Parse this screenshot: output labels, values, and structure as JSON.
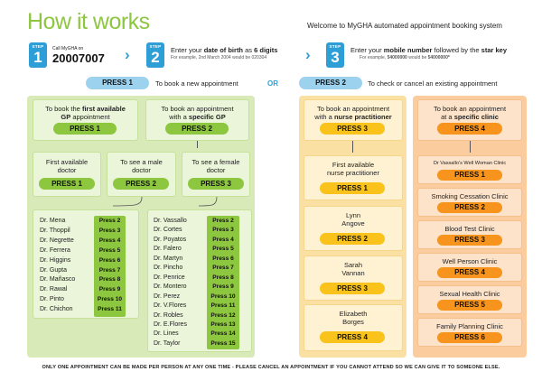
{
  "header": {
    "title": "How it works",
    "welcome": "Welcome to MyGHA automated appointment booking system"
  },
  "steps": {
    "step_label": "STEP",
    "s1": {
      "num": "1",
      "small": "Call MyGHA on",
      "phone": "20007007"
    },
    "s2": {
      "num": "2",
      "pre": "Enter your ",
      "bold": "date of birth",
      "mid": " as ",
      "bold2": "6 digits",
      "sub": "For example, 2nd March 2004 would be 020304"
    },
    "s3": {
      "num": "3",
      "pre": "Enter your ",
      "bold": "mobile number",
      "mid": " followed by the ",
      "bold2": "star key",
      "sub_pre": "For example, ",
      "sub_bold": "54000000",
      "sub_mid": " would be ",
      "sub_bold2": "54000000*"
    }
  },
  "options": {
    "press1": "PRESS 1",
    "press1_note": "To book a new appointment",
    "or": "OR",
    "press2": "PRESS 2",
    "press2_note": "To check or cancel an existing appointment"
  },
  "gp": {
    "first": {
      "pre": "To book the ",
      "bold": "first available",
      "line2_bold": "GP",
      "line2": " appointment",
      "press": "PRESS 1"
    },
    "specific": {
      "line1": "To book an appointment",
      "pre": "with a ",
      "bold": "specific GP",
      "press": "PRESS 2"
    },
    "first_doc": {
      "line1": "First available",
      "line2": "doctor",
      "press": "PRESS 1"
    },
    "male": {
      "line1": "To see a male",
      "line2": "doctor",
      "press": "PRESS 2"
    },
    "female": {
      "line1": "To see a female",
      "line2": "doctor",
      "press": "PRESS 3"
    },
    "male_doctors": [
      "Dr. Mena",
      "Dr. Thoppil",
      "Dr. Negrette",
      "Dr. Ferrera",
      "Dr. Higgins",
      "Dr. Gupta",
      "Dr. Mañasco",
      "Dr. Rawal",
      "Dr. Pinto",
      "Dr. Chichon"
    ],
    "male_press": [
      "Press 2",
      "Press 3",
      "Press 4",
      "Press 5",
      "Press 6",
      "Press 7",
      "Press 8",
      "Press 9",
      "Press 10",
      "Press 11"
    ],
    "female_doctors": [
      "Dr. Vassallo",
      "Dr. Cortes",
      "Dr. Poyatos",
      "Dr. Falero",
      "Dr. Martyn",
      "Dr. Pincho",
      "Dr. Penrice",
      "Dr. Montero",
      "Dr. Perez",
      "Dr. V.Flores",
      "Dr. Robles",
      "Dr. E.Flores",
      "Dr. Lines",
      "Dr. Taylor"
    ],
    "female_press": [
      "Press 2",
      "Press 3",
      "Press 4",
      "Press 5",
      "Press 6",
      "Press 7",
      "Press 8",
      "Press 9",
      "Press 10",
      "Press 11",
      "Press 12",
      "Press 13",
      "Press 14",
      "Press 15"
    ]
  },
  "nurse": {
    "header": {
      "line1": "To book an appointment",
      "pre": "with a ",
      "bold": "nurse practitioner",
      "press": "PRESS 3"
    },
    "items": [
      {
        "line1": "First available",
        "line2": "nurse practitioner",
        "press": "PRESS 1"
      },
      {
        "line1": "Lynn",
        "line2": "Angove",
        "press": "PRESS 2"
      },
      {
        "line1": "Sarah",
        "line2": "Vannan",
        "press": "PRESS 3"
      },
      {
        "line1": "Elizabeth",
        "line2": "Borges",
        "press": "PRESS 4"
      }
    ]
  },
  "clinic": {
    "header": {
      "line1": "To book an appointment",
      "pre": "at a ",
      "bold": "specific clinic",
      "press": "PRESS 4"
    },
    "items": [
      {
        "name": "Dr Vassallo's Well Woman Clinic",
        "press": "PRESS 1"
      },
      {
        "name": "Smoking Cessation Clinic",
        "press": "PRESS 2"
      },
      {
        "name": "Blood Test Clinic",
        "press": "PRESS 3"
      },
      {
        "name": "Well Person Clinic",
        "press": "PRESS 4"
      },
      {
        "name": "Sexual Health Clinic",
        "press": "PRESS 5"
      },
      {
        "name": "Family Planning Clinic",
        "press": "PRESS 6"
      }
    ]
  },
  "footer": "ONLY ONE APPOINTMENT CAN BE MADE PER PERSON AT ANY ONE TIME - PLEASE CANCEL AN APPOINTMENT IF YOU CANNOT ATTEND SO WE CAN GIVE IT TO SOMEONE ELSE.",
  "colors": {
    "green": "#8dc63f",
    "blue": "#2e9fd6",
    "lightblue": "#9dd2ef",
    "yellow": "#f9c31b",
    "orange": "#f7941d"
  }
}
